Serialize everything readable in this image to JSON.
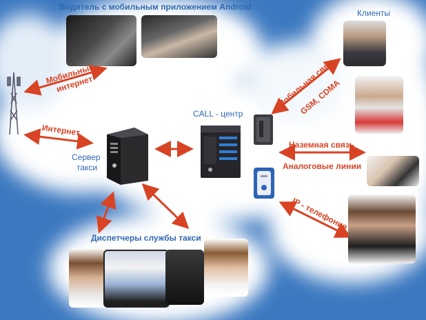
{
  "labels": {
    "drivers_title": "Водитель с мобильным приложением Android",
    "clients_title": "Клиенты",
    "call_center": "CALL - центр",
    "server_line1": "Сервер",
    "server_line2": "такси",
    "dispatchers_title": "Диспетчеры службы такси",
    "mobile_internet_line1": "Мобильный",
    "mobile_internet_line2": "интернет",
    "internet": "Интернет",
    "mobile_link_line1": "Мобильная связь",
    "mobile_link_line2": "GSM, CDMA",
    "landline": "Наземная связь",
    "analog_lines": "Аналоговые линии",
    "ip_telephony": "IP - телефония"
  },
  "colors": {
    "background_blob": "#cfe0f1",
    "background": "#3b78bf",
    "label_blue": "#2f67b0",
    "label_red": "#d84324",
    "arrow": "#d84324"
  },
  "icons": [
    "server-tower-icon",
    "call-center-server-icon",
    "gsm-gateway-icon",
    "voip-gateway-icon",
    "cell-tower-icon"
  ]
}
